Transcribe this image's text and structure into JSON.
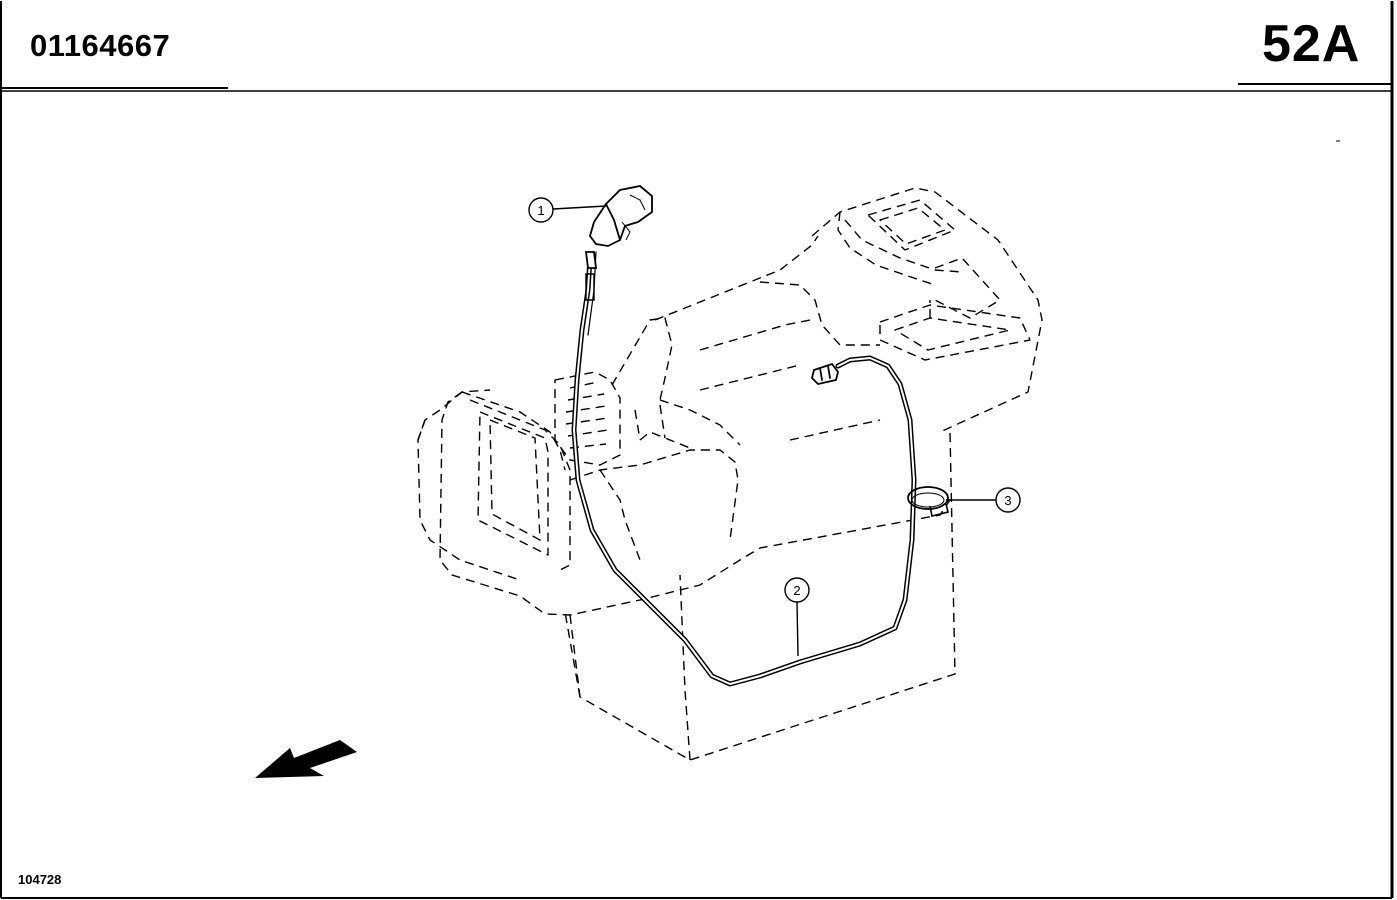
{
  "header": {
    "part_number": "01164667",
    "section_code": "52A"
  },
  "figure_number": "104728",
  "callouts": [
    {
      "label": "1",
      "part": "gear-shift-knob"
    },
    {
      "label": "2",
      "part": "wiring-harness"
    },
    {
      "label": "3",
      "part": "cable-clip"
    }
  ],
  "icons": [
    "orientation-arrow-icon"
  ],
  "colors": {
    "ink": "#000000",
    "paper": "#ffffff"
  }
}
